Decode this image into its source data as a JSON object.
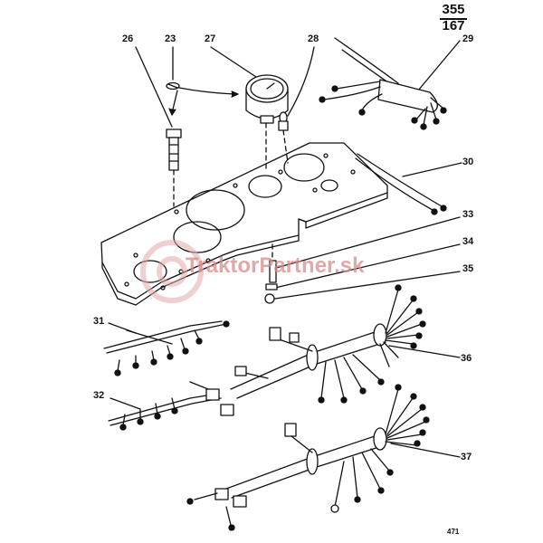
{
  "page_ref": {
    "top": "355",
    "bottom": "167"
  },
  "figure_number": "471",
  "watermark": "TraktorPartner.sk",
  "watermark_color": "#d98a8a",
  "callouts": {
    "c23": "23",
    "c26": "26",
    "c27": "27",
    "c28": "28",
    "c29": "29",
    "c30": "30",
    "c31": "31",
    "c32": "32",
    "c33": "33",
    "c34": "34",
    "c35": "35",
    "c36": "36",
    "c37": "37"
  }
}
